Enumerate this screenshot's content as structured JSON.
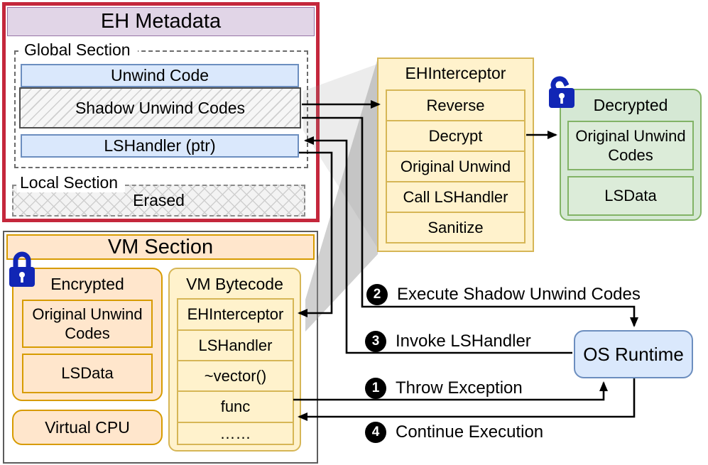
{
  "colors": {
    "red_border": "#c4273c",
    "purple_fill": "#e1d5e7",
    "purple_stroke": "#9673a6",
    "blue_fill": "#dae8fc",
    "blue_stroke": "#6c8ebf",
    "orange_fill": "#ffe6cc",
    "orange_stroke": "#d79b00",
    "yellow_fill": "#fff2cc",
    "yellow_stroke": "#d6b656",
    "green_fill": "#d5e8d4",
    "green_stroke": "#82b366",
    "lock_blue": "#1126b5",
    "arrow": "#000000"
  },
  "eh_metadata": {
    "title": "EH Metadata",
    "global_section": {
      "label": "Global Section",
      "unwind_code": "Unwind Code",
      "shadow_unwind_codes": "Shadow Unwind Codes",
      "lshandler_ptr": "LSHandler (ptr)"
    },
    "local_section": {
      "label": "Local Section",
      "erased": "Erased"
    }
  },
  "vm_section": {
    "title": "VM Section",
    "encrypted": {
      "title": "Encrypted",
      "items": [
        "Original Unwind Codes",
        "LSData"
      ]
    },
    "virtual_cpu": "Virtual CPU",
    "vm_bytecode": {
      "title": "VM Bytecode",
      "rows": [
        "EHInterceptor",
        "LSHandler",
        "~vector()",
        "func",
        "……"
      ]
    }
  },
  "ehinterceptor": {
    "title": "EHInterceptor",
    "rows": [
      "Reverse",
      "Decrypt",
      "Original Unwind",
      "Call LSHandler",
      "Sanitize"
    ]
  },
  "decrypted": {
    "title": "Decrypted",
    "items": [
      "Original Unwind Codes",
      "LSData"
    ]
  },
  "os_runtime": {
    "label": "OS Runtime"
  },
  "steps": [
    {
      "num": "2",
      "label": "Execute Shadow Unwind Codes"
    },
    {
      "num": "3",
      "label": "Invoke LSHandler"
    },
    {
      "num": "1",
      "label": "Throw Exception"
    },
    {
      "num": "4",
      "label": "Continue Execution"
    }
  ]
}
